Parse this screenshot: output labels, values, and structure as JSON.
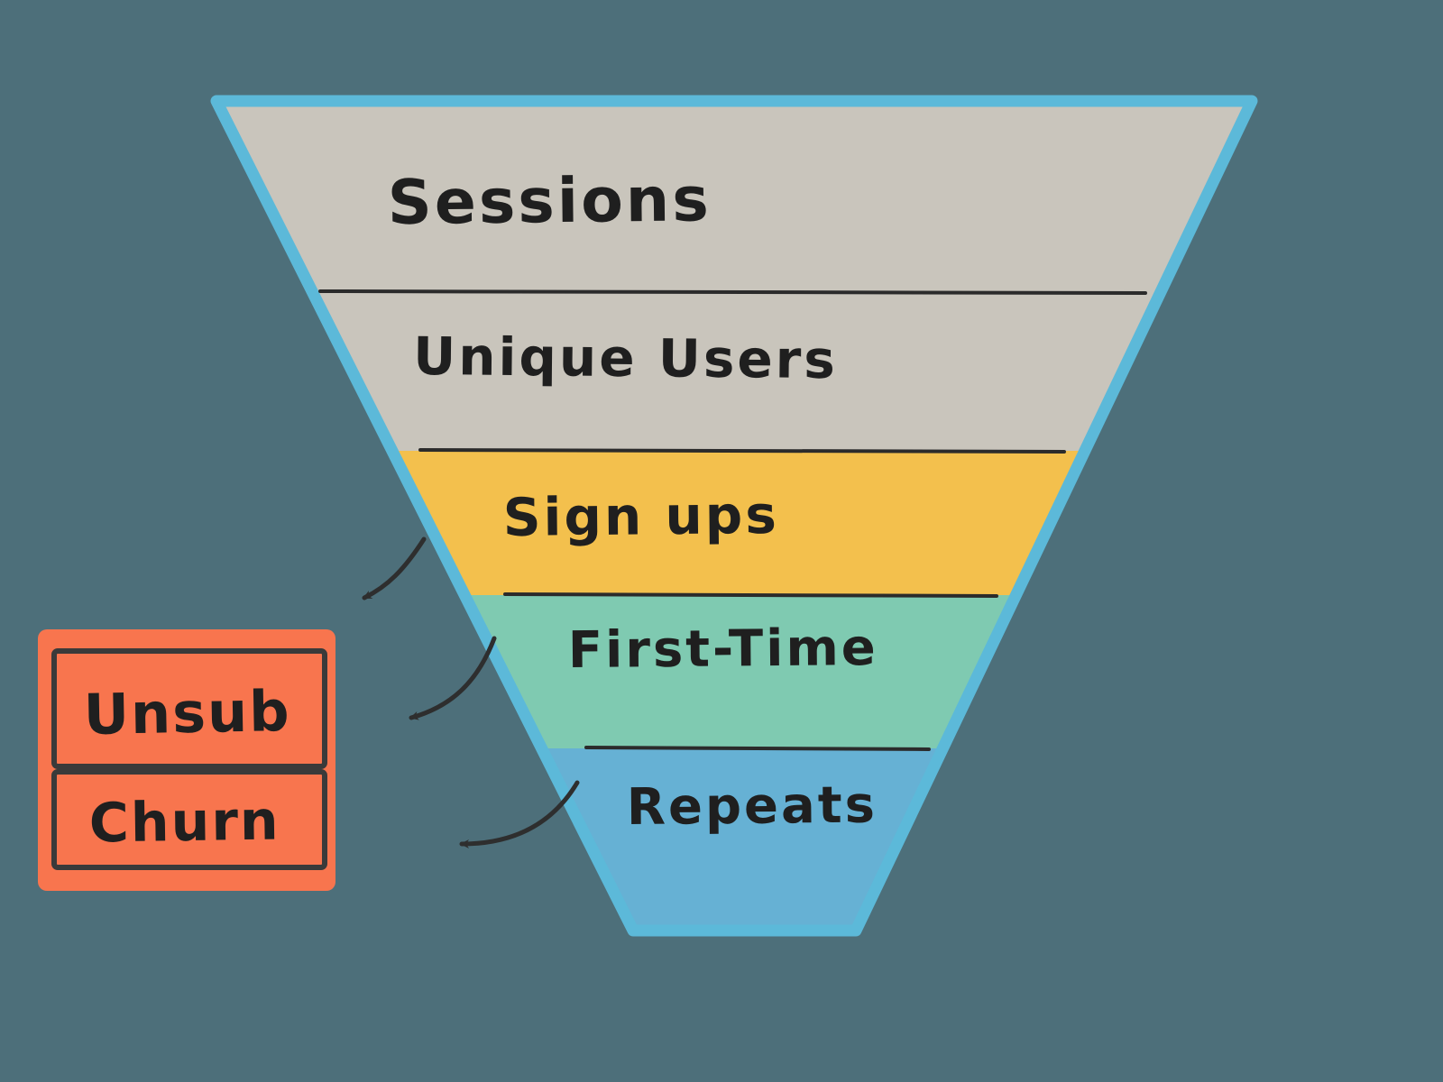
{
  "background": "#4d6f7a",
  "text_color": "#1f1f1f",
  "funnel": {
    "outline_color": "#5cb9d9",
    "divider_color": "#2b2b2b",
    "layers": [
      {
        "label": "Sessions",
        "color": "#c9c5bc"
      },
      {
        "label": "Unique Users",
        "color": "#c9c5bc"
      },
      {
        "label": "Sign ups",
        "color": "#f3c04d"
      },
      {
        "label": "First-Time",
        "color": "#7fcab1"
      },
      {
        "label": "Repeats",
        "color": "#66b1d4"
      }
    ]
  },
  "side_box": {
    "fill": "#f8754e",
    "border_color": "#3a3a3a",
    "items": [
      {
        "label": "Unsub"
      },
      {
        "label": "Churn"
      }
    ]
  },
  "arrows": {
    "color": "#2e2e2e"
  }
}
